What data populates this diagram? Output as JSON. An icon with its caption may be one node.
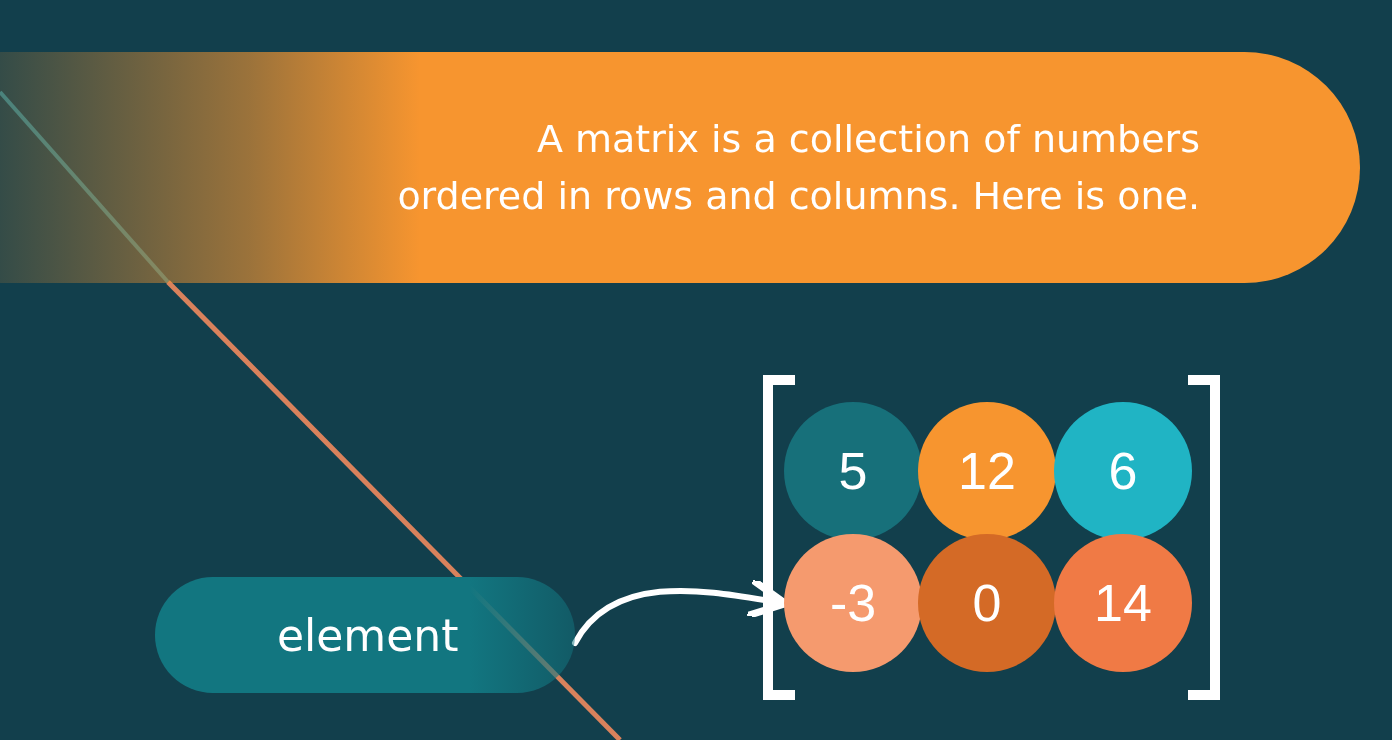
{
  "diagram": {
    "nodes": [
      {
        "text": [
          "A matrix is a collection of numbers ordered in rows and columns. Here is one."
        ]
      },
      {
        "text": [
          "element"
        ]
      },
      {
        "text": [
          "5"
        ]
      },
      {
        "text": [
          "12"
        ]
      },
      {
        "text": [
          "6"
        ]
      },
      {
        "text": [
          "-3"
        ]
      },
      {
        "text": [
          "0"
        ]
      },
      {
        "text": [
          "14"
        ]
      }
    ],
    "edges": [
      {
        "from": 1,
        "to": 5,
        "arrow": "to"
      }
    ]
  }
}
